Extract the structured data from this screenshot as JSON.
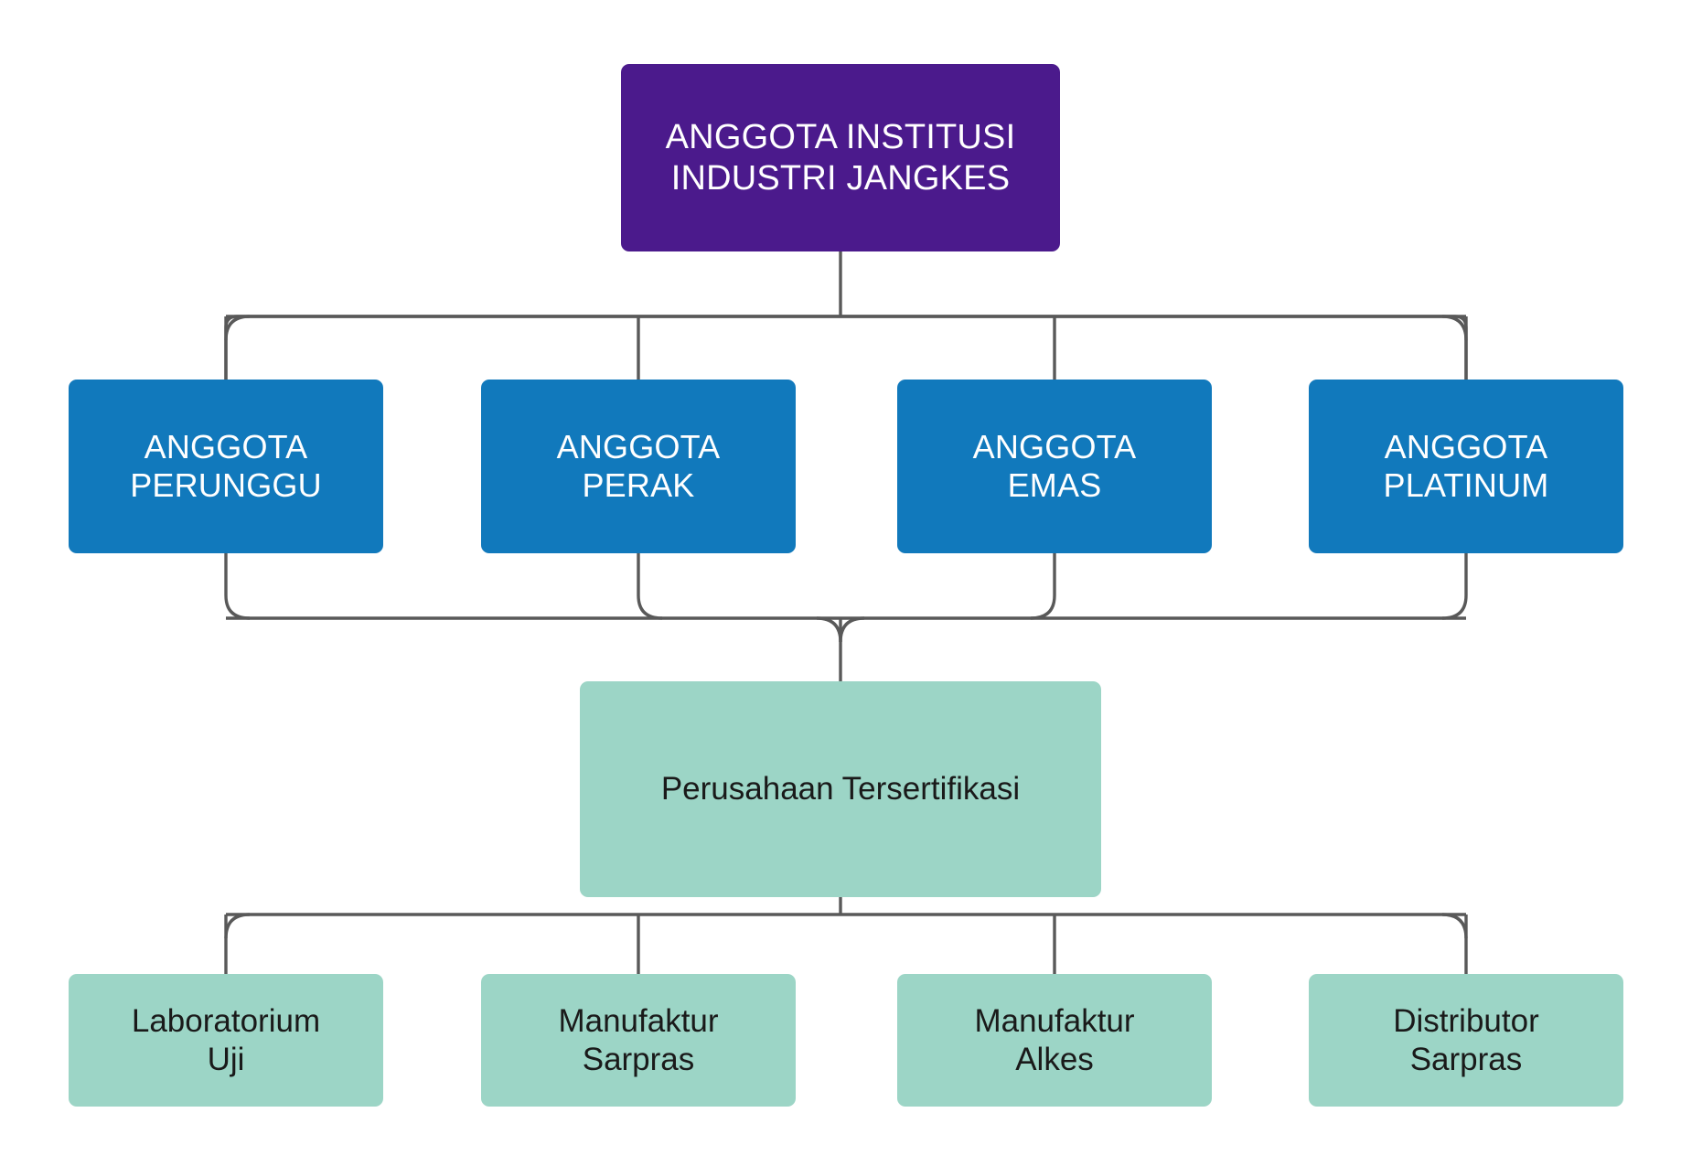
{
  "diagram": {
    "title_text": "ANGGOTA INSTITUSI INDUSTRI JANGKES",
    "type": "organizational-hierarchy",
    "colors": {
      "root_fill": "#4B1A8C",
      "root_text": "#FFFFFF",
      "tier_fill": "#1179BC",
      "tier_text": "#FFFFFF",
      "certified_fill": "#9CD5C6",
      "certified_text": "#1A1A1A",
      "category_fill": "#9CD5C6",
      "category_text": "#1A1A1A",
      "connector": "#595959",
      "background": "#FFFFFF"
    },
    "root": {
      "line1": "ANGGOTA INSTITUSI",
      "line2": "INDUSTRI JANGKES"
    },
    "membership_tiers": [
      {
        "line1": "ANGGOTA",
        "line2": "PERUNGGU"
      },
      {
        "line1": "ANGGOTA",
        "line2": "PERAK"
      },
      {
        "line1": "ANGGOTA",
        "line2": "EMAS"
      },
      {
        "line1": "ANGGOTA",
        "line2": "PLATINUM"
      }
    ],
    "certified": {
      "label": "Perusahaan Tersertifikasi"
    },
    "categories": [
      {
        "line1": "Laboratorium",
        "line2": "Uji"
      },
      {
        "line1": "Manufaktur",
        "line2": "Sarpras"
      },
      {
        "line1": "Manufaktur",
        "line2": "Alkes"
      },
      {
        "line1": "Distributor",
        "line2": "Sarpras"
      }
    ]
  }
}
